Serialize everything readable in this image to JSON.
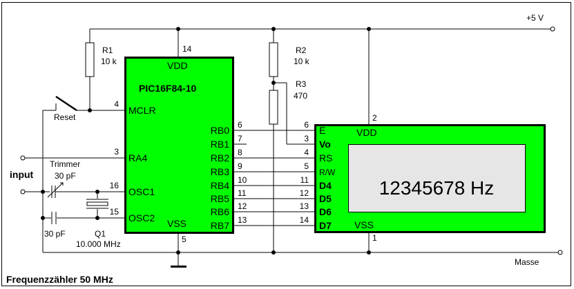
{
  "title": "Frequenzzähler 50 MHz",
  "colors": {
    "chip_fill": "#00ff00",
    "display_fill": "#e6e6e6",
    "wire": "#000000",
    "background": "#ffffff"
  },
  "supply": {
    "vplus_label": "+5 V",
    "ground_label": "Masse"
  },
  "input_label": "input",
  "components": {
    "r1": {
      "name": "R1",
      "value": "10 k"
    },
    "r2": {
      "name": "R2",
      "value": "10 k"
    },
    "r3": {
      "name": "R3",
      "value": "470"
    },
    "reset": {
      "name": "Reset"
    },
    "trimmer": {
      "name": "Trimmer",
      "value": "30 pF"
    },
    "c_fixed": {
      "value": "30 pF"
    },
    "q1": {
      "name": "Q1",
      "value": "10.000 MHz"
    }
  },
  "mcu": {
    "part": "PIC16F84-10",
    "vdd_label": "VDD",
    "vss_label": "VSS",
    "vdd_pin": "14",
    "vss_pin": "5",
    "left_pins": [
      {
        "name": "MCLR",
        "num": "4"
      },
      {
        "name": "RA4",
        "num": "3"
      },
      {
        "name": "OSC1",
        "num": "16"
      },
      {
        "name": "OSC2",
        "num": "15"
      }
    ],
    "right_pins": [
      {
        "name": "RB0",
        "num": "6"
      },
      {
        "name": "RB1",
        "num": "7"
      },
      {
        "name": "RB2",
        "num": "8"
      },
      {
        "name": "RB3",
        "num": "9"
      },
      {
        "name": "RB4",
        "num": "10"
      },
      {
        "name": "RB5",
        "num": "11"
      },
      {
        "name": "RB6",
        "num": "12"
      },
      {
        "name": "RB7",
        "num": "13"
      }
    ]
  },
  "lcd": {
    "vdd_label": "VDD",
    "vss_label": "VSS",
    "vdd_pin": "2",
    "vss_pin": "1",
    "display_text": "12345678 Hz",
    "pins": [
      {
        "name": "E",
        "num": "6"
      },
      {
        "name": "Vo",
        "num": "3"
      },
      {
        "name": "RS",
        "num": "4"
      },
      {
        "name": "R/W",
        "num": "5"
      },
      {
        "name": "D4",
        "num": "11"
      },
      {
        "name": "D5",
        "num": "12"
      },
      {
        "name": "D6",
        "num": "13"
      },
      {
        "name": "D7",
        "num": "14"
      }
    ]
  }
}
